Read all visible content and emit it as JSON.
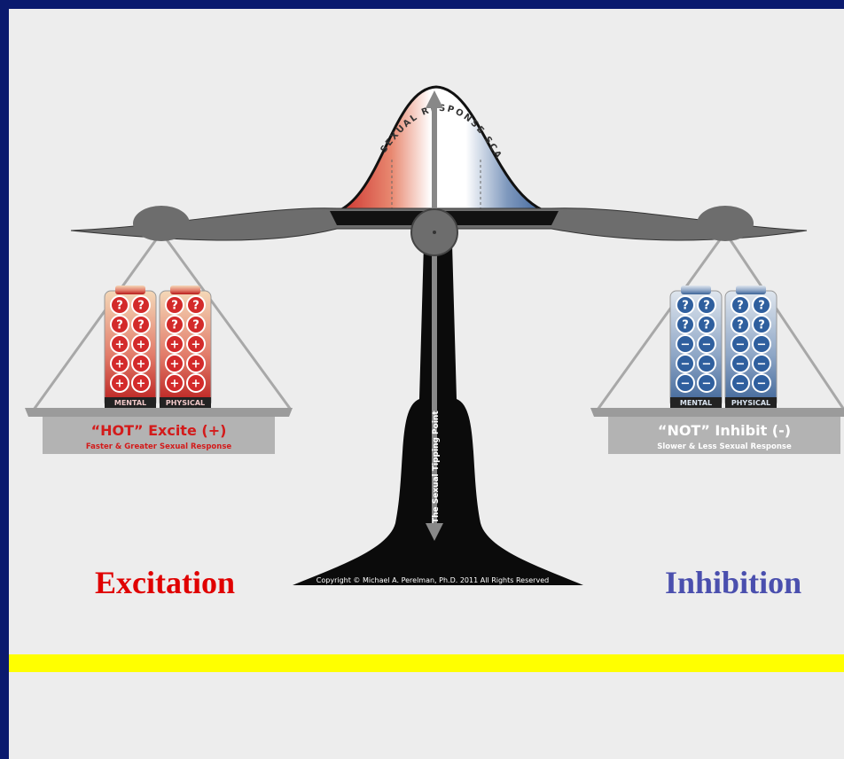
{
  "scale": {
    "arc_label": "SEXUAL RESPONSE SCALE",
    "tipping_point_label": "The Sexual Tipping Point",
    "copyright": "Copyright © Michael A. Perelman, Ph.D. 2011 All Rights Reserved"
  },
  "left_pan": {
    "weight_labels": [
      "MENTAL",
      "PHYSICAL"
    ],
    "plate_title": "“HOT” Excite (+)",
    "plate_subtitle": "Faster & Greater Sexual Response",
    "weight_color": "#d32a2a",
    "symbols": {
      "mental": [
        "?",
        "?",
        "?",
        "?",
        "+",
        "+",
        "+",
        "+",
        "+",
        "+"
      ],
      "physical": [
        "?",
        "?",
        "?",
        "?",
        "+",
        "+",
        "+",
        "+",
        "+",
        "+"
      ]
    }
  },
  "right_pan": {
    "weight_labels": [
      "MENTAL",
      "PHYSICAL"
    ],
    "plate_title": "“NOT” Inhibit (-)",
    "plate_subtitle": "Slower & Less Sexual Response",
    "weight_color": "#2f5f9e",
    "symbols": {
      "mental": [
        "?",
        "?",
        "?",
        "?",
        "−",
        "−",
        "−",
        "−",
        "−",
        "−"
      ],
      "physical": [
        "?",
        "?",
        "?",
        "?",
        "−",
        "−",
        "−",
        "−",
        "−",
        "−"
      ]
    }
  },
  "labels": {
    "excitation": "Excitation",
    "inhibition": "Inhibition"
  },
  "colors": {
    "border": "#0b1a6e",
    "excitation": "#e00000",
    "inhibition": "#4a4fae",
    "accent_bar": "#ffff00"
  }
}
